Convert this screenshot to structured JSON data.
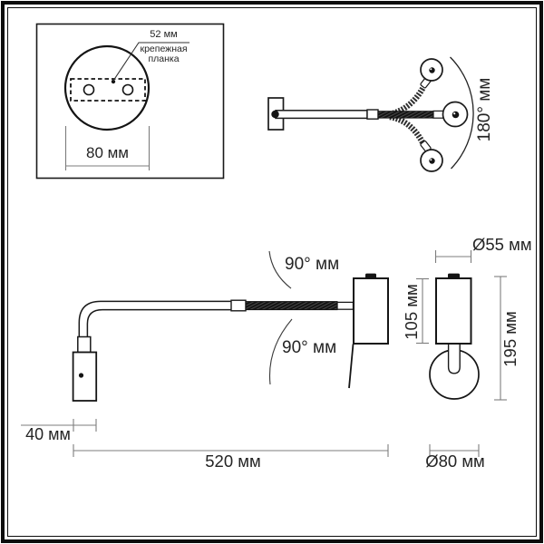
{
  "drawing_title": "wall-lamp-dimension-drawing",
  "colors": {
    "background": "#ffffff",
    "drawing_line": "#1a1a1a",
    "dimension_line": "#7d7d7d",
    "text": "#242424",
    "gooseneck_fill": "#121212"
  },
  "panels": {
    "mount_plate": {
      "hole_spacing": "52 мм",
      "plate_label_line1": "крепежная",
      "plate_label_line2": "планка",
      "base_width": "80 мм"
    },
    "rotation_top_view": {
      "swivel_range": "180° мм"
    },
    "side_view": {
      "tilt_up": "90° мм",
      "tilt_down": "90° мм",
      "switch_box_width": "40 мм",
      "arm_length": "520 мм"
    },
    "head_view": {
      "shade_diameter": "Ø55 мм",
      "shade_height": "105 мм",
      "total_height": "195 мм",
      "wall_cup_diameter": "Ø80 мм"
    }
  }
}
